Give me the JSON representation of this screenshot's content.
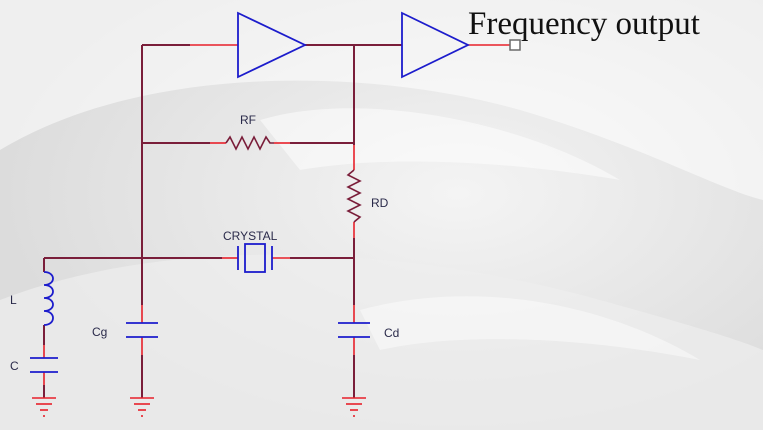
{
  "title": "Frequency output",
  "labels": {
    "rf": "RF",
    "rd": "RD",
    "crystal": "CRYSTAL",
    "l": "L",
    "c": "C",
    "cg": "Cg",
    "cd": "Cd"
  },
  "colors": {
    "wire": "#7a1e3a",
    "lead": "#e8202a",
    "component": "#1c1ccc",
    "background": "#ffffff"
  }
}
